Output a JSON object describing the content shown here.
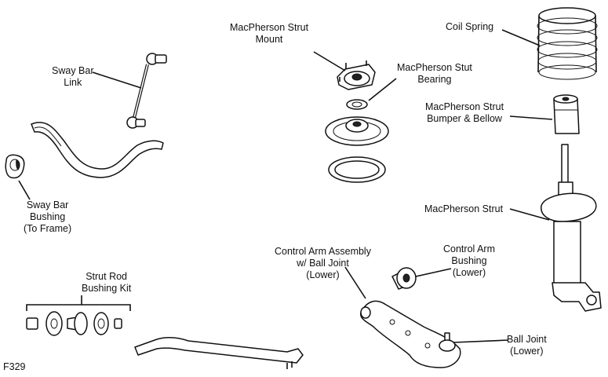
{
  "figure_code": "F329",
  "labels": {
    "sway_bar_link": [
      "Sway Bar",
      "Link"
    ],
    "sway_bar_bushing": [
      "Sway Bar",
      "Bushing",
      "(To Frame)"
    ],
    "strut_mount": [
      "MacPherson Strut",
      "Mount"
    ],
    "strut_bearing": [
      "MacPherson Stut",
      "Bearing"
    ],
    "coil_spring": [
      "Coil Spring"
    ],
    "bumper_bellow": [
      "MacPherson Strut",
      "Bumper & Bellow"
    ],
    "strut": [
      "MacPherson Strut"
    ],
    "control_arm_assembly": [
      "Control Arm Assembly",
      "w/ Ball Joint",
      "(Lower)"
    ],
    "control_arm_bushing": [
      "Control Arm",
      "Bushing",
      "(Lower)"
    ],
    "strut_rod_kit": [
      "Strut Rod",
      "Bushing Kit"
    ],
    "ball_joint": [
      "Ball Joint",
      "(Lower)"
    ]
  }
}
